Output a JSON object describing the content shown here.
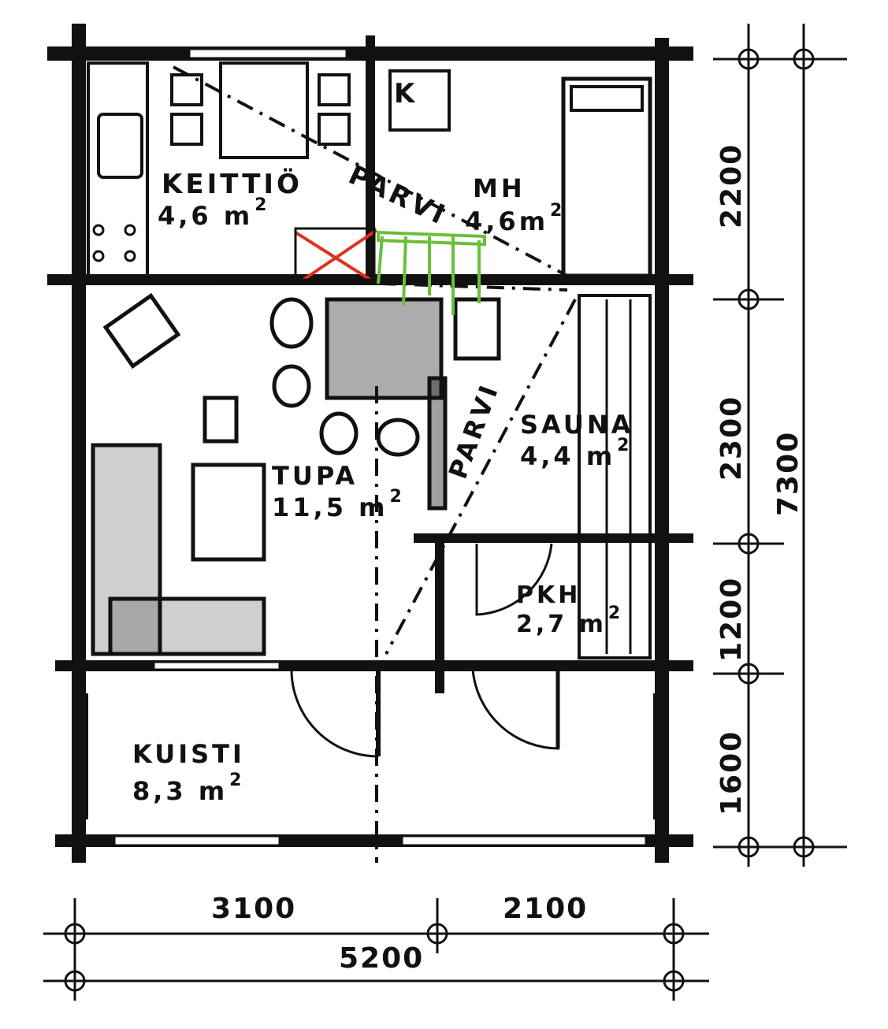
{
  "rooms": {
    "keittio": {
      "name": "KEITTIÖ",
      "area": "4,6 m",
      "sup": "2"
    },
    "mh": {
      "name": "MH",
      "area": "4,6m",
      "sup": "2"
    },
    "k": {
      "name": "K"
    },
    "parvi_top": {
      "name": "PARVI"
    },
    "tupa": {
      "name": "TUPA",
      "area": "11,5 m",
      "sup": "2"
    },
    "sauna": {
      "name": "SAUNA",
      "area": "4,4 m",
      "sup": "2"
    },
    "parvi_mid": {
      "name": "PARVI"
    },
    "pkh": {
      "name": "PKH",
      "area": "2,7 m",
      "sup": "2"
    },
    "kuisti": {
      "name": "KUISTI",
      "area": "8,3 m",
      "sup": "2"
    }
  },
  "dimensions": {
    "vertical": [
      "2200",
      "2300",
      "1200",
      "1600"
    ],
    "vertical_total": "7300",
    "horizontal": [
      "3100",
      "2100"
    ],
    "horizontal_total": "5200"
  },
  "annotations": {
    "cross_color": "#e03020",
    "added_stair_color": "#6abf3a"
  }
}
